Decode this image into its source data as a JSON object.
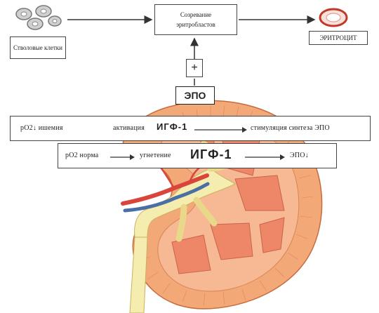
{
  "stem_cells": {
    "label": "Стволовые клетки"
  },
  "maturation": {
    "title": "Созревание",
    "subtitle": "эритробластов"
  },
  "erythrocyte": {
    "label": "ЭРИТРОЦИТ"
  },
  "plus_sign": "+",
  "epo": {
    "label": "ЭПО"
  },
  "hypoxia_row": {
    "left": "pO2↓ ишемия",
    "middle_prefix": "активация",
    "middle_big": "ИГФ-1",
    "right": "стимуляция синтеза ЭПО"
  },
  "normal_row": {
    "left": "pO2 норма",
    "middle_prefix": "угнетение",
    "middle_big": "ИГФ-1",
    "right": "ЭПО↓"
  },
  "colors": {
    "arrow": "#333333",
    "erythrocyte_rim": "#c0392b",
    "kidney_cortex": "#f1a36f",
    "kidney_medulla": "#ee8a6a",
    "pelvis": "#f4e7a6",
    "artery": "#d9443b",
    "vein": "#4a6fa5"
  }
}
